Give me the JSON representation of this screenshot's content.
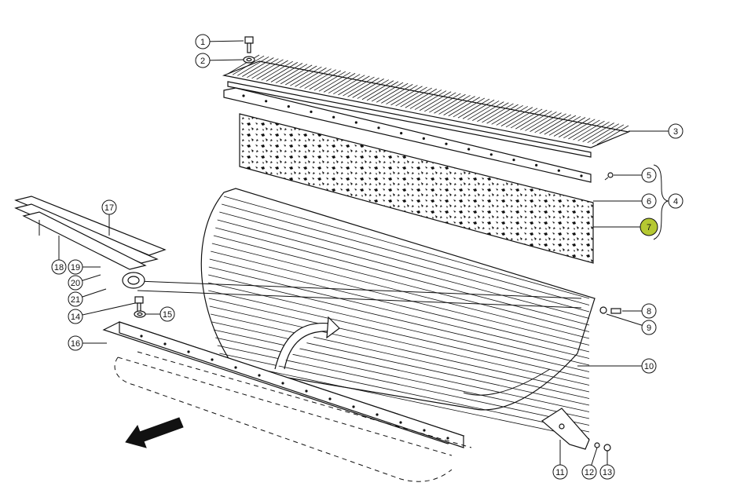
{
  "diagram": {
    "callouts": [
      {
        "id": "c1",
        "label": "1"
      },
      {
        "id": "c2",
        "label": "2"
      },
      {
        "id": "c3",
        "label": "3"
      },
      {
        "id": "c4",
        "label": "4"
      },
      {
        "id": "c5",
        "label": "5"
      },
      {
        "id": "c6",
        "label": "6"
      },
      {
        "id": "c7",
        "label": "7",
        "highlighted": true
      },
      {
        "id": "c8",
        "label": "8"
      },
      {
        "id": "c9",
        "label": "9"
      },
      {
        "id": "c10",
        "label": "10"
      },
      {
        "id": "c11",
        "label": "11"
      },
      {
        "id": "c12",
        "label": "12"
      },
      {
        "id": "c13",
        "label": "13"
      },
      {
        "id": "c14",
        "label": "14"
      },
      {
        "id": "c15",
        "label": "15"
      },
      {
        "id": "c16",
        "label": "16"
      },
      {
        "id": "c17",
        "label": "17"
      },
      {
        "id": "c18",
        "label": "18"
      },
      {
        "id": "c19",
        "label": "19"
      },
      {
        "id": "c20",
        "label": "20"
      },
      {
        "id": "c21",
        "label": "21"
      }
    ],
    "highlight_color": "#b5c832"
  }
}
